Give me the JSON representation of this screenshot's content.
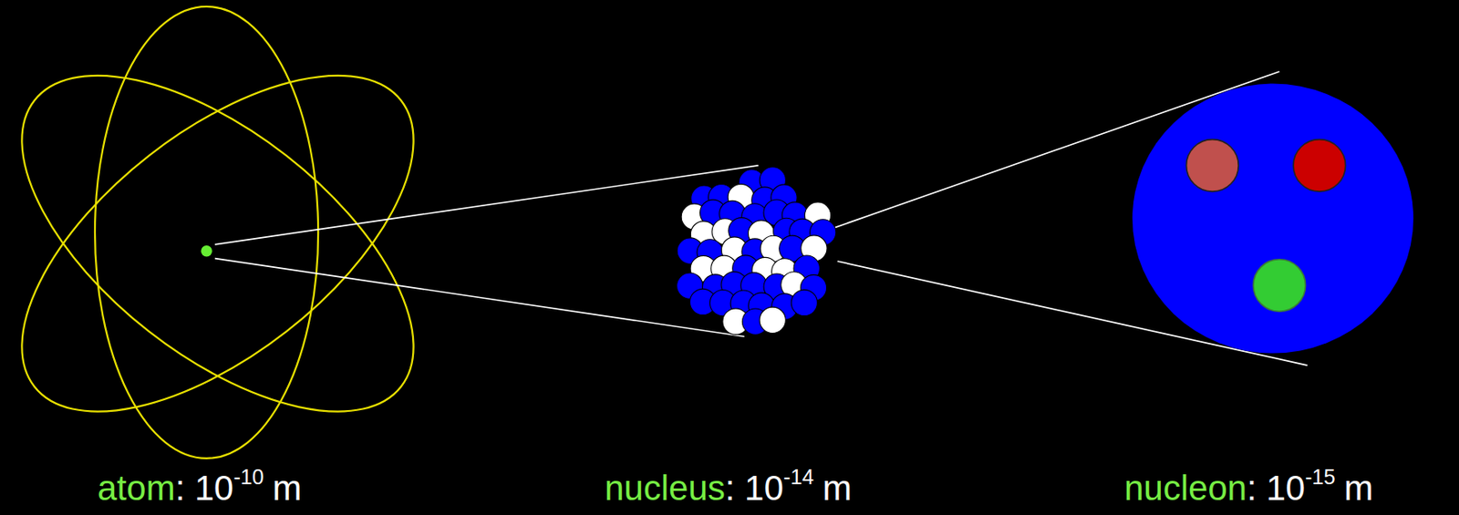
{
  "diagram": {
    "labels": [
      "atom",
      ": 10",
      "-10",
      "m",
      "nucleus",
      ": 10",
      "-14",
      "m",
      "nucleon",
      ": 10",
      "-15",
      "m"
    ]
  }
}
